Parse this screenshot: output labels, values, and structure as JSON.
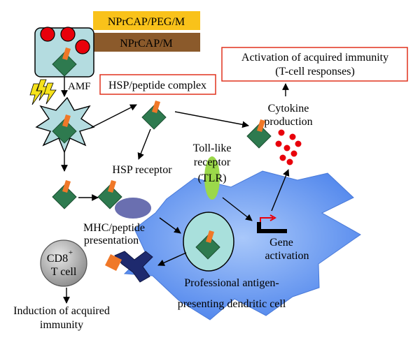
{
  "legend": {
    "peg_label": "NPrCAP/PEG/M",
    "plain_label": "NPrCAP/M",
    "peg_color": "#f9c21a",
    "plain_color": "#8b5a2b"
  },
  "labels": {
    "amf": "AMF",
    "hsp_complex": "HSP/peptide complex",
    "activation_line1": "Activation of acquired immunity",
    "activation_line2": "(T-cell responses)",
    "cytokine_line1": "Cytokine",
    "cytokine_line2": "production",
    "toll_line1": "Toll-like",
    "toll_line2": "receptor",
    "toll_line3": "(TLR)",
    "hsp_receptor": "HSP receptor",
    "mhc_line1": "MHC/peptide",
    "mhc_line2": "presentation",
    "cd8": "CD8",
    "cd8_sup": "+",
    "tcell": "T cell",
    "gene_line1": "Gene",
    "gene_line2": "activation",
    "dc_line1": "Professional antigen-",
    "dc_line2": "presenting dendritic cell",
    "induction_line1": "Induction of acquired",
    "induction_line2": "immunity"
  },
  "colors": {
    "nanoparticle": "#e8000b",
    "tumor_cell": "#b4dce0",
    "dendritic_cell": "#5b8ff0",
    "peptide": "#f07828",
    "hsp": "#2e7a4f",
    "tlr": "#9bd84a",
    "receptor": "#6a6fb0",
    "mhc": "#1e2a6e",
    "cytokine": "#e8000b",
    "box_border": "#e0321e"
  }
}
